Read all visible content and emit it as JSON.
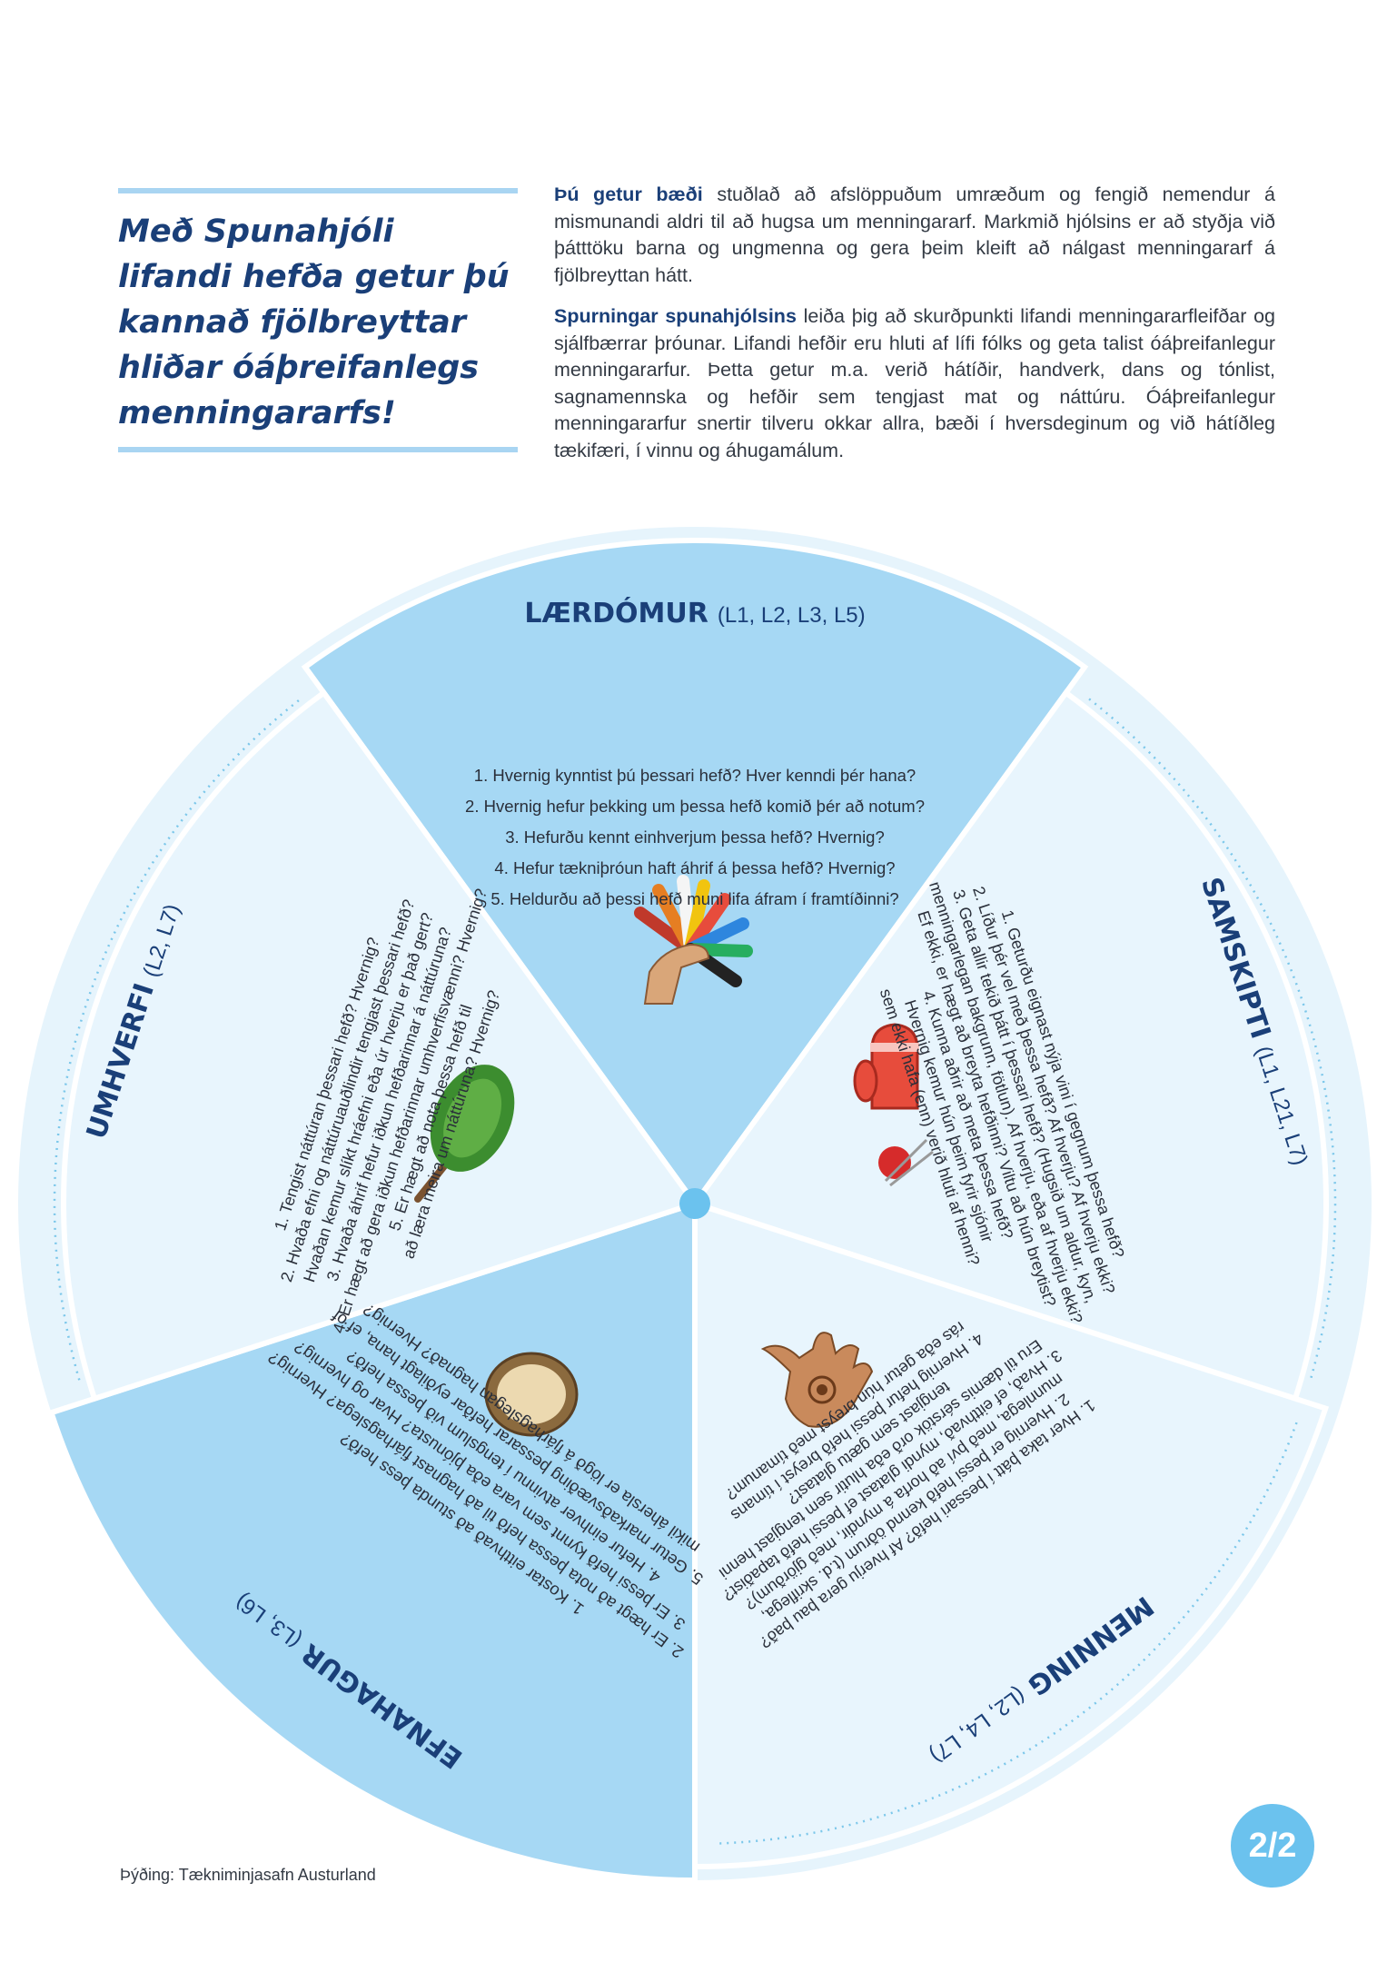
{
  "heading": {
    "lines": [
      "Með Spunahjóli",
      "lifandi hefða getur þú",
      "kannað fjölbreyttar",
      "hliðar óáþreifanlegs",
      "menningararfs!"
    ]
  },
  "intro": {
    "p1_lead": "Þú getur bæði",
    "p1_rest": " stuðlað að afslöppuðum umræðum og fengið nemendur á mismunandi aldri til að hugsa um menningararf. Markmið hjólsins er að styðja við þátttöku barna og ungmenna og gera þeim kleift að nálgast menningararf á fjölbreyttan hátt.",
    "p2_lead": "Spurningar spunahjólsins",
    "p2_rest": " leiða þig að skurðpunkti lifandi menningararfleifðar og sjálfbærrar þróunar. Lifandi hefðir eru hluti af lífi fólks og geta talist óáþreifanlegur menningararfur. Þetta getur m.a. verið hátíðir, handverk, dans og tónlist, sagnamennska og hefðir sem tengjast mat og náttúru. Óáþreifanlegur menningararfur snertir tilveru okkar allra, bæði í hversdeginum og við hátíðleg tækifæri, í vinnu og áhugamálum."
  },
  "colors": {
    "rim": "#e6f4fc",
    "light": "#e8f5fd",
    "medium": "#a6d8f4",
    "navy": "#1a3f78",
    "center_dot": "#6bc2ee"
  },
  "wheel": {
    "segments": [
      {
        "id": "laerdomur",
        "title": "LÆRDÓMUR",
        "codes": "(L1, L2, L3, L5)",
        "icon": "hands-ribbons-icon",
        "questions": [
          "1. Hvernig kynntist þú þessari hefð? Hver kenndi þér hana?",
          "2. Hvernig hefur þekking um þessa hefð komið þér að notum?",
          "3. Hefurðu kennt einhverjum þessa hefð? Hvernig?",
          "4. Hefur tækniþróun haft áhrif á þessa hefð? Hvernig?",
          "5. Heldurðu að þessi hefð muni lifa áfram í framtíðinni?"
        ]
      },
      {
        "id": "samskipti",
        "title": "SAMSKIPTI",
        "codes": "(L1, L21, L7)",
        "icon": "mitten-yarn-icon",
        "questions": [
          "1. Geturðu eignast nýja vini í gegnum þessa hefð?",
          "2. Líður þér vel með þessa hefð? Af hverju? Af hverju ekki?",
          "3. Geta allir tekið þátt í þessari hefð? (Hugsið um aldur, kyn,",
          "menningarlegan bakgrunn, fötlun). Af hverju, eða af hverju ekki?",
          "Ef ekki, er hægt að breyta hefðinni? Viltu að hún breytist?",
          "4. Kunna aðrir að meta þessa hefð?",
          "Hvernig kemur hún þeim fyrir sjónir",
          "sem ekki hafa (enn) verið hluti af henni?"
        ]
      },
      {
        "id": "menning",
        "title": "MENNING",
        "codes": "(L2, L4, L7)",
        "icon": "henna-hand-icon",
        "questions": [
          "1. Hver taka þátt í þessari hefð? Af hverju gera þau það?",
          "2. Hvernig er þessi hefð kennd öðrum (t.d. skriflega,",
          "munnlega, með því að horfa á myndir, með gjörðum)?",
          "3. Hvað, ef eitthvað, myndi glatast ef þessi hefð tapaðist?",
          "Eru til dæmis sérstök orð eða hlutir sem tengjast henni",
          "tengjast sem gætu glatast?",
          "4. Hvernig hefur þessi hefð breyst í tímans",
          "rás eða getur hún breyst með tímanum?"
        ]
      },
      {
        "id": "efnahagur",
        "title": "EFNAHAGUR",
        "codes": "(L3, L6)",
        "icon": "bread-basket-icon",
        "questions": [
          "1. Kostar eitthvað að stunda þess hefð?",
          "2. Er hægt að nota þessa hefð til að hagnast fjárhagslega? Hvernig?",
          "3. Er þessi hefð kynnt sem vara eða þjónusta? Hvar og hvernig?",
          "4. Hefur einhver atvinnu í tengslum við þessa hefð?",
          "5. Getur markaðsvæðing þessarar hefðar eyðilagt hana, ef of",
          "mikil áhersla er lögð á fjárhagslegan hagnað? Hvernig?"
        ]
      },
      {
        "id": "umhverfi",
        "title": "UMHVERFI",
        "codes": "(L2, L7)",
        "icon": "birch-whisk-icon",
        "questions": [
          "1. Tengist náttúran þessari hefð? Hvernig?",
          "2. Hvaða efni og náttúruauðlindir tengjast þessari hefð?",
          "Hvaðan kemur slíkt hráefni eða úr hverju er það gert?",
          "3. Hvaða áhrif hefur iðkun hefðarinnar á náttúruna?",
          "4. Er hægt að gera iðkun hefðarinnar umhverfisvænni? Hvernig?",
          "5. Er hægt að nota þessa hefð til",
          "að læra meira um náttúruna? Hvernig?"
        ]
      }
    ]
  },
  "footer": {
    "credit": "Þýðing: Tækniminjasafn Austurland"
  },
  "page_number": "2/2"
}
